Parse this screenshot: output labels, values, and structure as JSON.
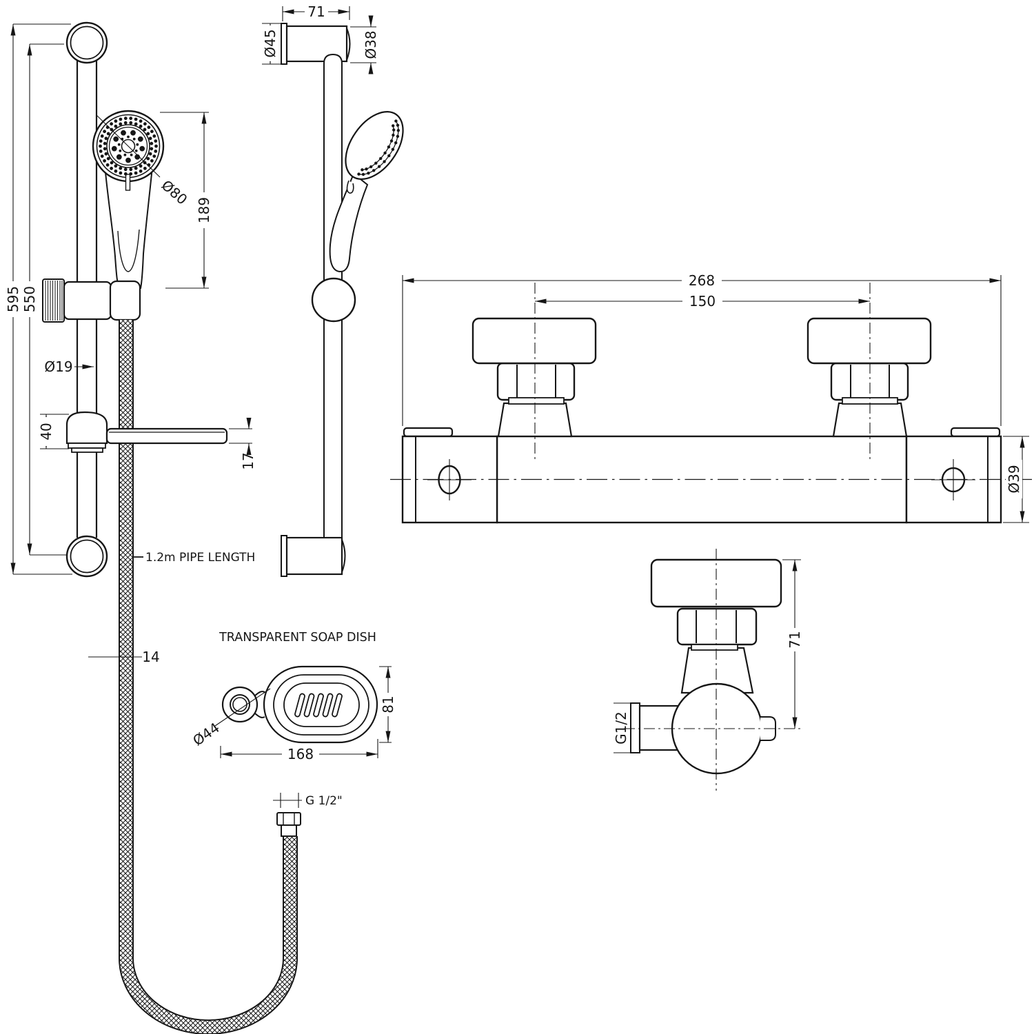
{
  "drawing": {
    "rail_front": {
      "overall_height": "595",
      "bracket_spacing": "550",
      "rail_diameter": "Ø19",
      "holder_offset": "40",
      "arm_thickness": "17",
      "head_diameter": "Ø80",
      "handset_length": "189",
      "hose_diameter": "14",
      "hose_length_note": "1.2m PIPE LENGTH",
      "hose_thread": "G 1/2\""
    },
    "rail_side": {
      "bracket_depth": "71",
      "flange_diameter": "Ø45",
      "bracket_diameter": "Ø38"
    },
    "valve_front": {
      "overall_width": "268",
      "inlet_spacing": "150",
      "body_diameter": "Ø39"
    },
    "valve_side": {
      "body_depth": "71",
      "outlet_thread": "G1/2"
    },
    "soap_dish": {
      "title": "TRANSPARENT SOAP DISH",
      "length": "168",
      "width": "81",
      "ring_diameter": "Ø44"
    }
  }
}
